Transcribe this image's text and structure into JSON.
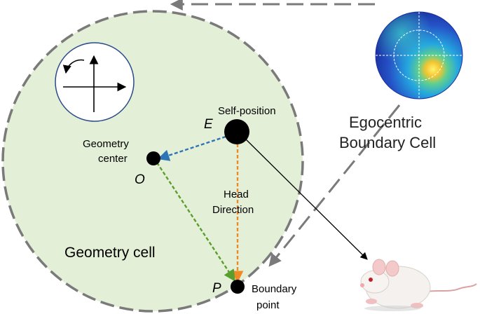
{
  "labels": {
    "self_position": "Self-position",
    "point_e": "E",
    "geometry_center_line1": "Geometry",
    "geometry_center_line2": "center",
    "point_o": "O",
    "head_direction_line1": "Head",
    "head_direction_line2": "Direction",
    "geometry_cell": "Geometry cell",
    "point_p": "P",
    "boundary_point_line1": "Boundary",
    "boundary_point_line2": "point",
    "ebc_line1": "Egocentric",
    "ebc_line2": "Boundary Cell"
  },
  "colors": {
    "arena_fill": "#e4efd7",
    "arena_border": "#7a7a7a",
    "to_center_arrow": "#2e75b6",
    "head_direction_arrow": "#f08a24",
    "center_to_boundary_arrow": "#5a9e2e",
    "heatmap_hot": "#ffee55",
    "heatmap_cold": "#1e3fb8"
  },
  "icons": {
    "compass": "rotation-compass-icon",
    "mouse": "mouse-icon",
    "heatmap": "egocentric-ratemap-icon"
  }
}
